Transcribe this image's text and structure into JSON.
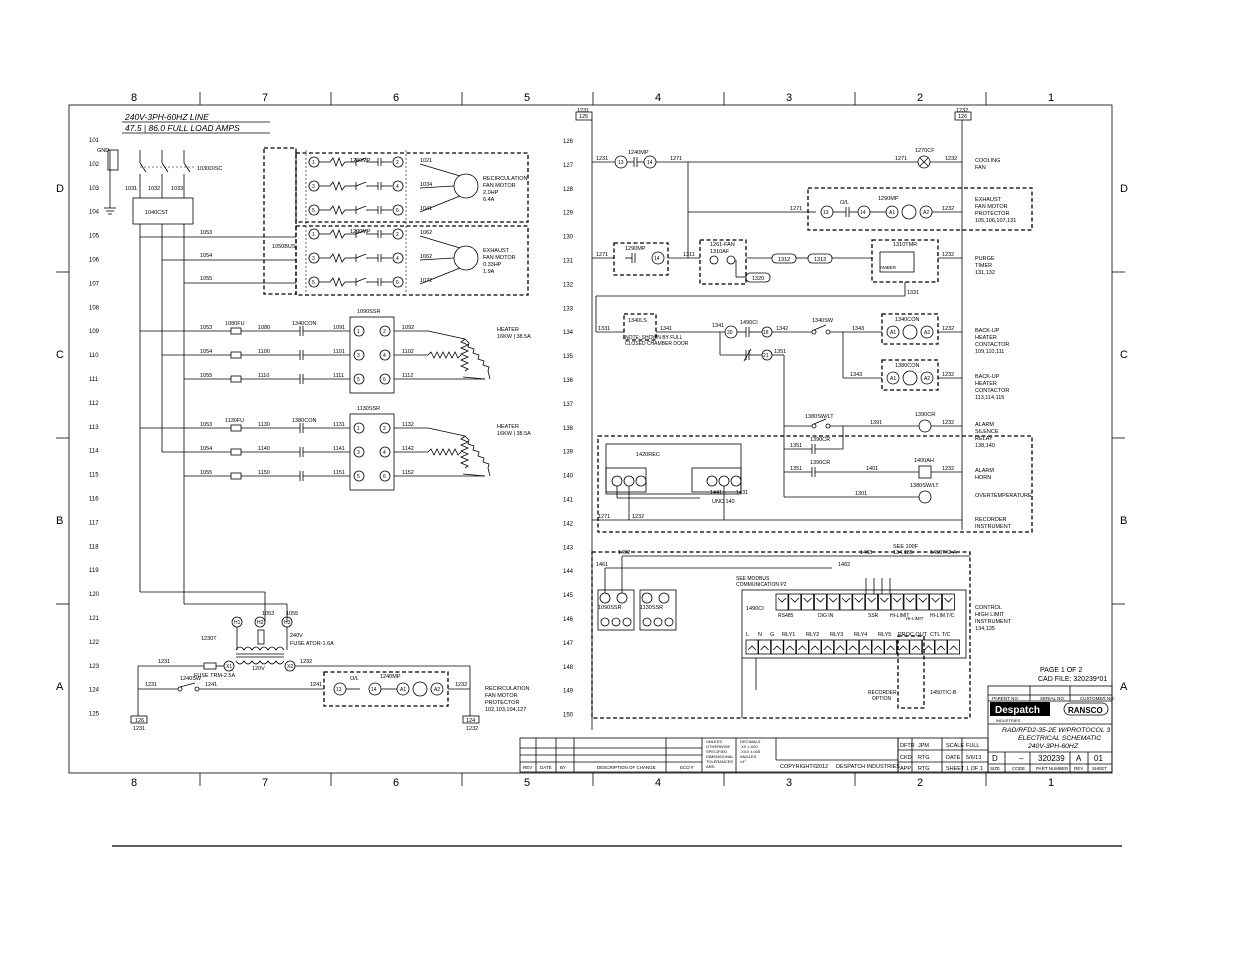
{
  "header": {
    "line1": "240V-3PH-60HZ LINE",
    "line2": "47.5 | 86.0 FULL LOAD AMPS"
  },
  "zones": {
    "top": [
      "8",
      "7",
      "6",
      "5",
      "4",
      "3",
      "2",
      "1"
    ],
    "side": [
      "D",
      "C",
      "B",
      "A"
    ]
  },
  "left_rungs": [
    "101",
    "102",
    "103",
    "104",
    "105",
    "106",
    "107",
    "108",
    "109",
    "110",
    "111",
    "112",
    "113",
    "114",
    "115",
    "116",
    "117",
    "118",
    "119",
    "120",
    "121",
    "122",
    "123",
    "124",
    "125"
  ],
  "right_rungs": [
    "126",
    "127",
    "128",
    "129",
    "130",
    "131",
    "132",
    "133",
    "134",
    "135",
    "136",
    "137",
    "138",
    "139",
    "140",
    "141",
    "142",
    "143",
    "144",
    "145",
    "146",
    "147",
    "148",
    "149",
    "150"
  ],
  "left_labels": {
    "gnd": "GND",
    "disc": "1030DISC",
    "wires_top": [
      "1031",
      "1032",
      "1033"
    ],
    "contactor": "1040CST",
    "bus": "1050BUS",
    "feeds": [
      "1053",
      "1054",
      "1055"
    ],
    "mp1": "1240MP",
    "mp2": "1290MP",
    "mp1_wires": [
      "1021",
      "1034",
      "1041"
    ],
    "mp2_wires": [
      "1062",
      "1062",
      "1072"
    ],
    "recirc_motor": [
      "RECIRCULATION",
      "FAN MOTOR",
      "2.0HP",
      "6.4A"
    ],
    "exhaust_motor": [
      "EXHAUST",
      "FAN MOTOR",
      "0.33HP",
      "1.9A"
    ],
    "ssr1": "1090SSR",
    "ssr2": "1130SSR",
    "fuse1": "1080FU",
    "fuse2": "1130FU",
    "con1": "1340CON",
    "con2": "1380CON",
    "heater_label": [
      "HEATER",
      "16KW | 38.5A"
    ],
    "ssr1_rows": [
      [
        "1053",
        "1080",
        "1091",
        "1092"
      ],
      [
        "1054",
        "1100",
        "1101",
        "1102"
      ],
      [
        "1055",
        "1110",
        "1111",
        "1112"
      ]
    ],
    "ssr2_rows": [
      [
        "1053",
        "1130",
        "1131",
        "1132"
      ],
      [
        "1054",
        "1140",
        "1141",
        "1142"
      ],
      [
        "1055",
        "1150",
        "1151",
        "1152"
      ]
    ],
    "xfmr": "1230T",
    "xfmr_v": "240V",
    "xfmr_fuse": "FUSE ATOR-1.6A",
    "xfmr_tap": [
      "1053",
      "1055"
    ],
    "sec_fuse": "FUSE TRM-2.5A",
    "sec_v": "120V",
    "sec_wires": [
      "1231",
      "1232"
    ],
    "sw": "1240SW",
    "sw_wires": [
      "1231",
      "1241",
      "1241",
      "1232"
    ],
    "mp_bottom": "1240MP",
    "ol": "O/L",
    "recirc_prot": [
      "RECIRCULATION",
      "FAN MOTOR",
      "PROTECTOR",
      "102,103,104,127"
    ],
    "term_l": [
      "126",
      "1231"
    ],
    "term_r": [
      "124",
      "1232"
    ]
  },
  "right_labels": {
    "term_l": [
      "1231",
      "125"
    ],
    "term_r": [
      "1232",
      "126"
    ],
    "r127": [
      "1231",
      "1240MP",
      "1271",
      "1271",
      "1270CF",
      "1232"
    ],
    "cooling_fan": [
      "COOLING",
      "FAN"
    ],
    "exh_prot": [
      "EXHAUST",
      "FAN MOTOR",
      "PROTECTOR",
      "105,106,107,131"
    ],
    "r129": [
      "1271",
      "O/L",
      "1290MP",
      "1232"
    ],
    "r131": [
      "1271",
      "1290MP",
      "1311",
      "1261-FAN",
      "1310AF",
      "1312",
      "1313",
      "1310TMR",
      "1232",
      "1320"
    ],
    "purge_timer": [
      "PURGE",
      "TIMER",
      "131,132"
    ],
    "timer_note": "AMBER",
    "r133": "1331",
    "r134": [
      "1331",
      "1340LS",
      "1341",
      "1341",
      "1490CI",
      "1342",
      "1340SW",
      "1343",
      "1340CON",
      "1232"
    ],
    "door_note": [
      "NOTE: SHOWN BY FULL",
      "CLOSED CHAMBER DOOR"
    ],
    "r135": "1351",
    "backup1": [
      "BACK-UP",
      "HEATER",
      "CONTACTOR",
      "109,110,111"
    ],
    "r136": [
      "1343",
      "1380CON",
      "1232"
    ],
    "backup2": [
      "BACK-UP",
      "HEATER",
      "CONTACTOR",
      "113,114,115"
    ],
    "r138": [
      "1380SW/LT",
      "1391",
      "1390CR",
      "1232"
    ],
    "alarm_relay": [
      "ALARM",
      "SILENCE",
      "RELAY",
      "138,140"
    ],
    "r139": [
      "1351",
      "1390CR"
    ],
    "r140": [
      "1351",
      "1390CR",
      "1401",
      "1400AH",
      "1232"
    ],
    "alarm_horn": [
      "ALARM",
      "HORN"
    ],
    "r141": [
      "1301",
      "1380SW/LT"
    ],
    "overtemp": "OVERTEMPERATURE",
    "recorder": "1420REC",
    "rec_nums": [
      "1441",
      "1431",
      "UNC 140"
    ],
    "rec_instr": [
      "RECORDER",
      "INSTRUMENT"
    ],
    "r142": [
      "1271",
      "1232"
    ],
    "r144": [
      "1492",
      "1461",
      "1462",
      "1463",
      "1450T/C-A",
      "SEE 100F",
      "134,135"
    ],
    "ssr_bot": [
      "1090SSR",
      "1130SSR"
    ],
    "ctl": "1490CI",
    "comm": [
      "SEE MODBUS",
      "COMMUNICATION P2"
    ],
    "ctl_groups": [
      "RS485",
      "DIG IN",
      "SSR",
      "HI-LIMIT",
      "HI-LIM T/C"
    ],
    "ctl_bottom": [
      "L",
      "N",
      "G",
      "RLY1",
      "RLY2",
      "RLY3",
      "RLY4",
      "RLY5",
      "PROC OUT",
      "CTL T/C"
    ],
    "rec_option": [
      "RECORDER",
      "OPTION"
    ],
    "tc_b": "1450T/C-B",
    "hl_sub": "HI-LIMIT",
    "ctl_prot": [
      "CONTROL",
      "HIGH LIMIT",
      "INSTRUMENT",
      "134,135"
    ],
    "page": [
      "PAGE 1 OF 2",
      "CAD FILE: 320239*01"
    ]
  },
  "title_block": {
    "heads": [
      "PARENT NO.",
      "SERIAL NO.",
      "CUSTOMER NO."
    ],
    "logo1": "Despatch",
    "logo1_sub": "INDUSTRIES",
    "logo2": "RANSCO",
    "title": [
      "RAD/RFD2-35-2E W/PROTOCOL 3",
      "ELECTRICAL SCHEMATIC",
      "240V-3PH-60HZ"
    ],
    "cells": [
      "DFTR",
      "JPM",
      "SCALE",
      "FULL",
      "CKD",
      "RTG",
      "DATE",
      "5/6/13",
      "APP",
      "RTG",
      "SHEET",
      "1 OF 1"
    ],
    "size": "D",
    "dwg": "320239",
    "rev": "A",
    "sht": "01",
    "foot": [
      "SIZE",
      "CODE",
      "PART NUMBER",
      "REV",
      "SHEET"
    ],
    "copyright": [
      "COPYRIGHT©",
      "2012",
      "DESPATCH INDUSTRIES"
    ],
    "rev_cols": [
      "REV",
      "DATE",
      "BY",
      "DESCRIPTION OF CHANGE",
      "ECO #"
    ],
    "notes_left": [
      "UNLESS",
      "OTHERWISE",
      "SPECIFIED",
      "DIMENSIONAL",
      "TOLERANCES",
      "ARE:"
    ],
    "notes_mid": [
      "DECIMALS",
      ".XX ±.020",
      ".XXX ±.005",
      "ANGLES",
      "±1°"
    ]
  }
}
